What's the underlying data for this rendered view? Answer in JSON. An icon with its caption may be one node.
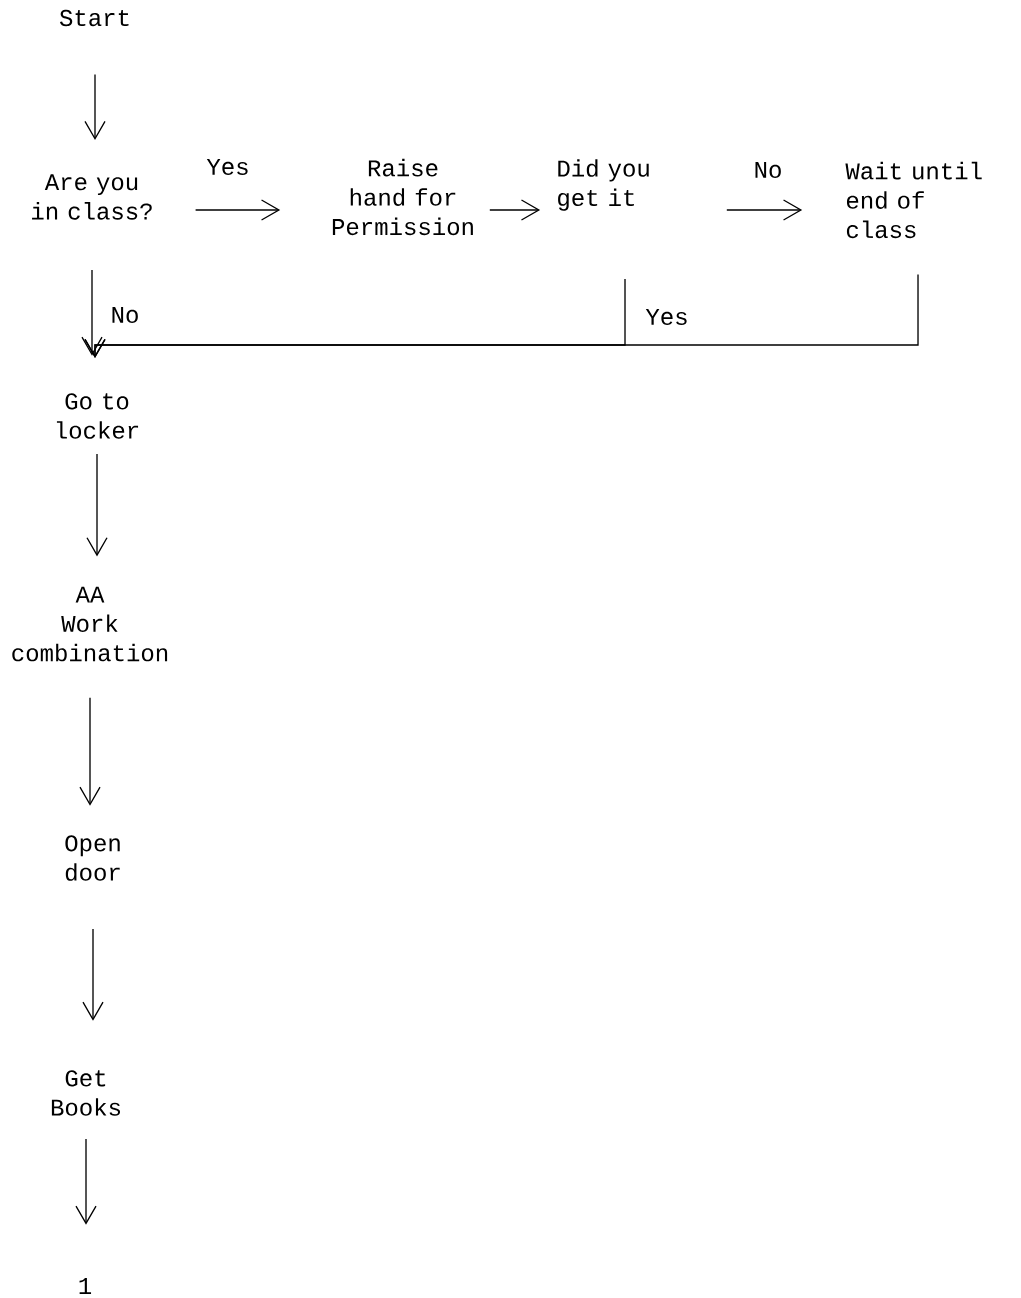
{
  "diagram": {
    "nodes": [
      {
        "text": [
          "Start"
        ]
      },
      {
        "text": [
          "Are you in class?"
        ]
      },
      {
        "text": [
          "Raise hand for Permission"
        ]
      },
      {
        "text": [
          "Did you get it"
        ]
      },
      {
        "text": [
          "Wait until end of class"
        ]
      },
      {
        "text": [
          "Go to locker"
        ]
      },
      {
        "text": [
          "AA",
          "Work combination"
        ]
      },
      {
        "text": [
          "Open door"
        ]
      },
      {
        "text": [
          "Get Books"
        ]
      },
      {
        "text": [
          "1"
        ]
      }
    ],
    "edges": [
      {
        "from": 0,
        "to": 1,
        "arrow": "to"
      },
      {
        "from": 1,
        "to": 2,
        "arrow": "to",
        "label": "Yes"
      },
      {
        "from": 2,
        "to": 3,
        "arrow": "to"
      },
      {
        "from": 3,
        "to": 4,
        "arrow": "to",
        "label": "No"
      },
      {
        "from": 1,
        "to": 5,
        "arrow": "to",
        "label": "No"
      },
      {
        "from": 3,
        "to": 5,
        "arrow": "to",
        "label": "Yes"
      },
      {
        "from": 4,
        "to": 5,
        "arrow": "to"
      },
      {
        "from": 5,
        "to": 6,
        "arrow": "to"
      },
      {
        "from": 6,
        "to": 7,
        "arrow": "to"
      },
      {
        "from": 7,
        "to": 8,
        "arrow": "to"
      },
      {
        "from": 8,
        "to": 9,
        "arrow": "to"
      }
    ]
  }
}
